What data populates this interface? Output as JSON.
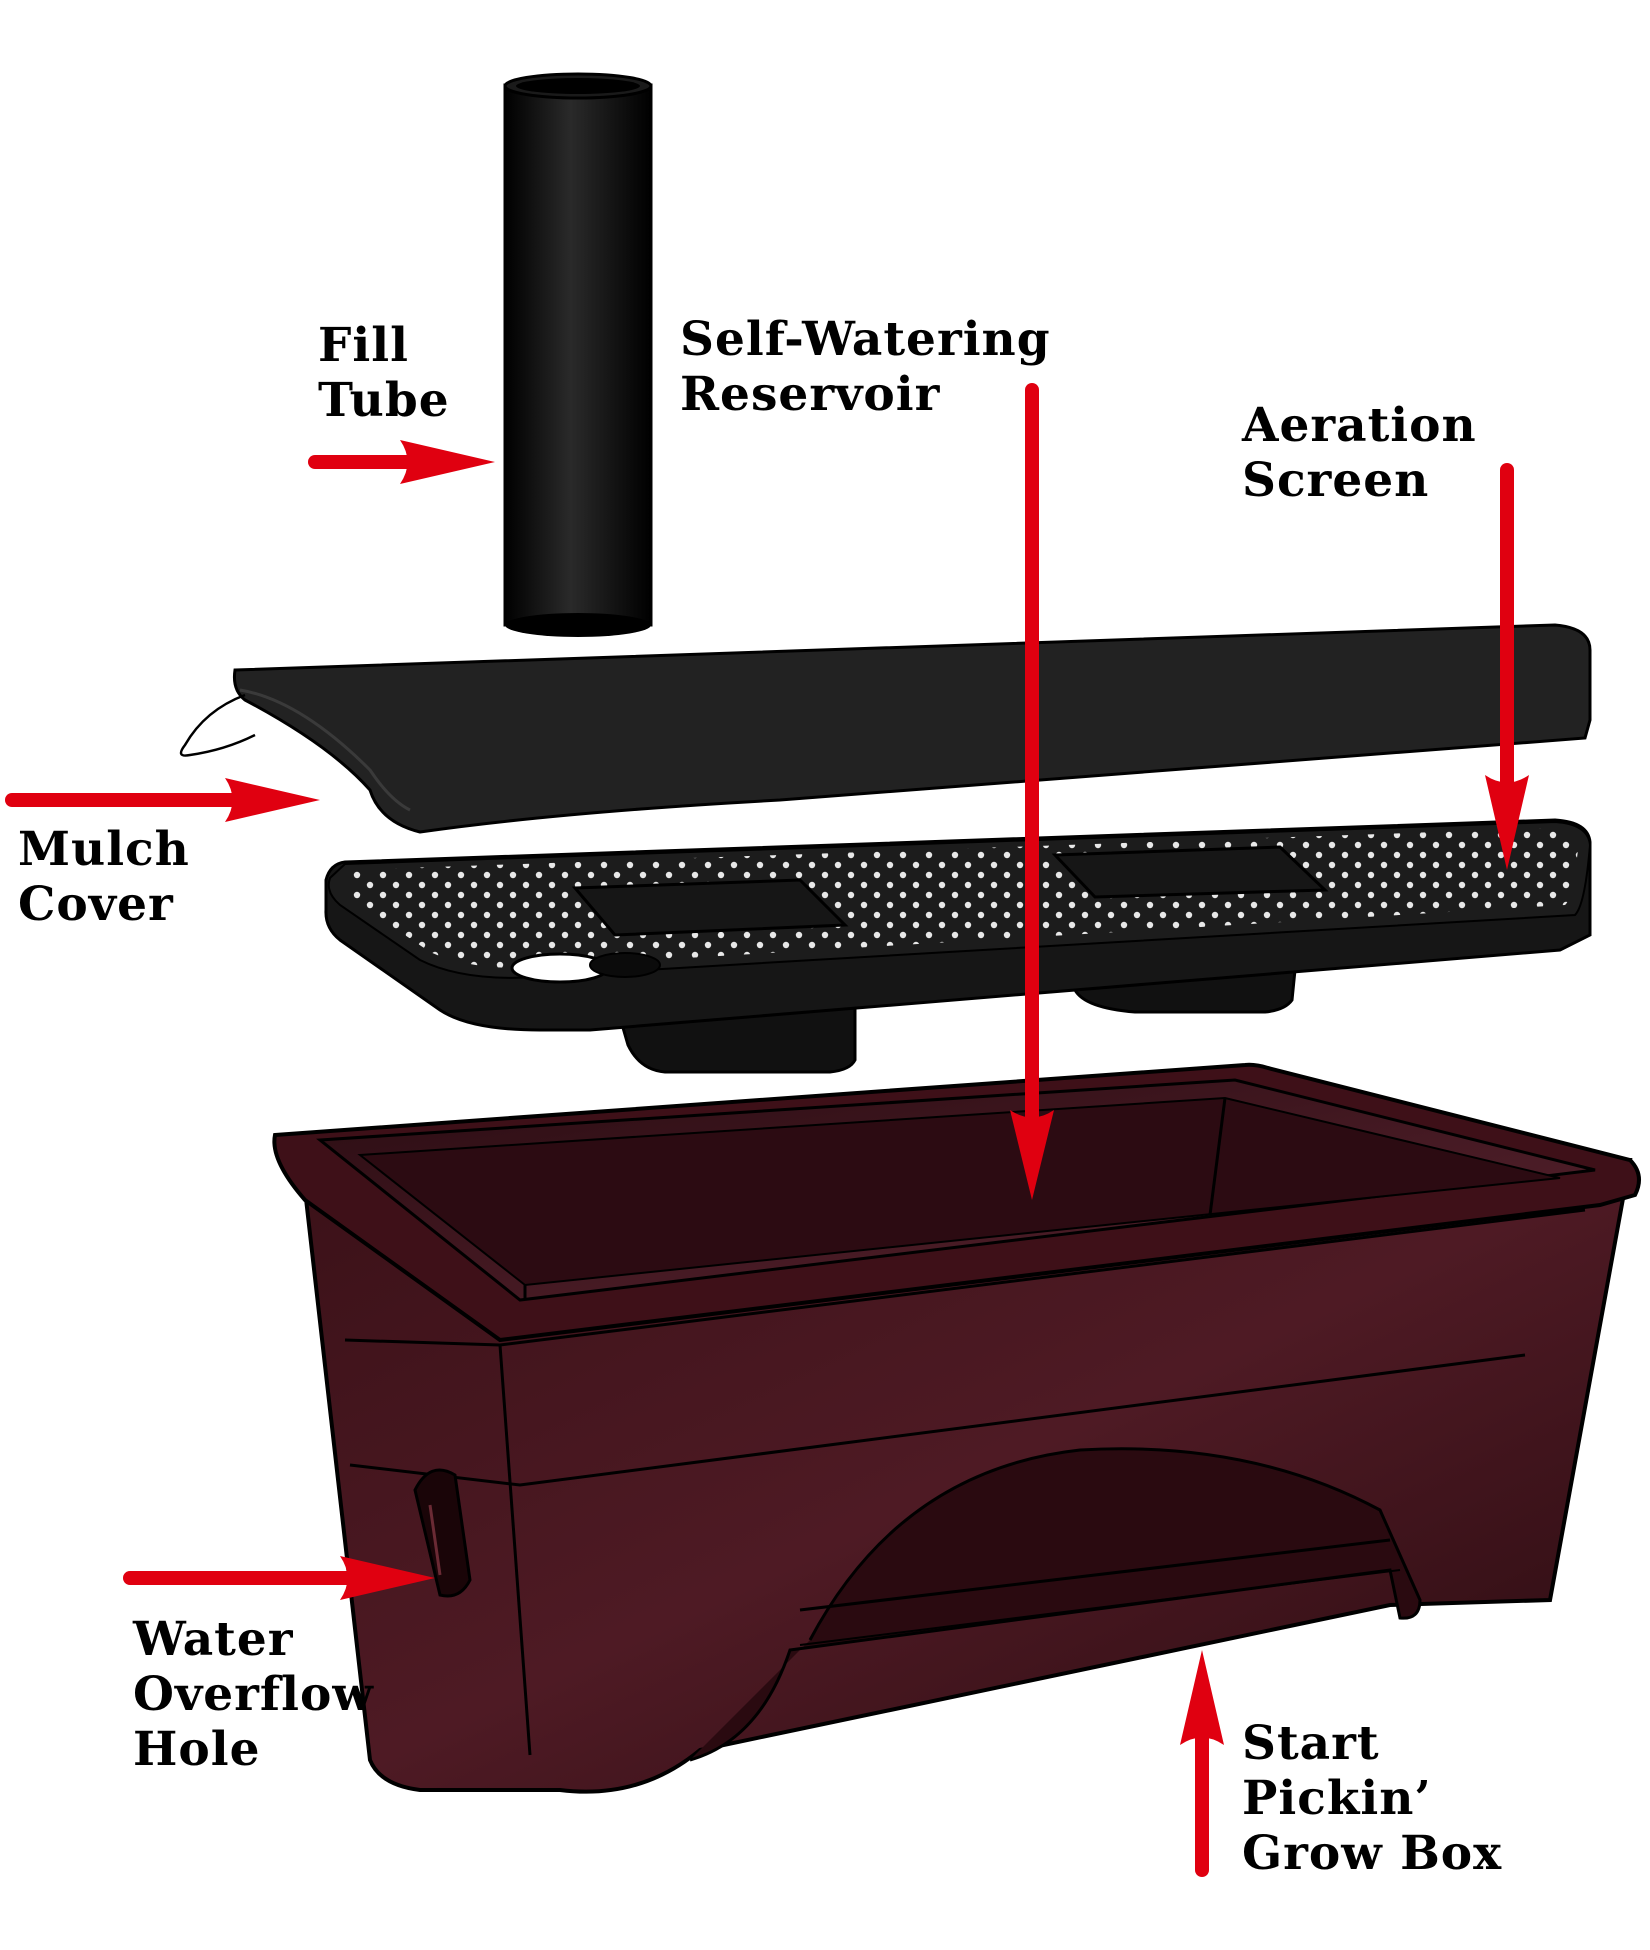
{
  "labels": {
    "fill_tube": [
      "Fill",
      "Tube"
    ],
    "self_watering_reservoir": [
      "Self-Watering",
      "Reservoir"
    ],
    "aeration_screen": [
      "Aeration",
      "Screen"
    ],
    "mulch_cover": [
      "Mulch",
      "Cover"
    ],
    "water_overflow_hole": [
      "Water",
      "Overflow",
      "Hole"
    ],
    "start_pickin_grow_box": [
      "Start",
      "Pickin’",
      "Grow Box"
    ]
  },
  "colors": {
    "arrow": "#e00010",
    "outline": "#000000",
    "tube": "#0a0a0a",
    "mulch_cover": "#1e1e1e",
    "screen": "#151515",
    "screen_holes": "#ffffff",
    "grow_box": "#3a1118",
    "grow_box_inner": "#4a1a22"
  }
}
